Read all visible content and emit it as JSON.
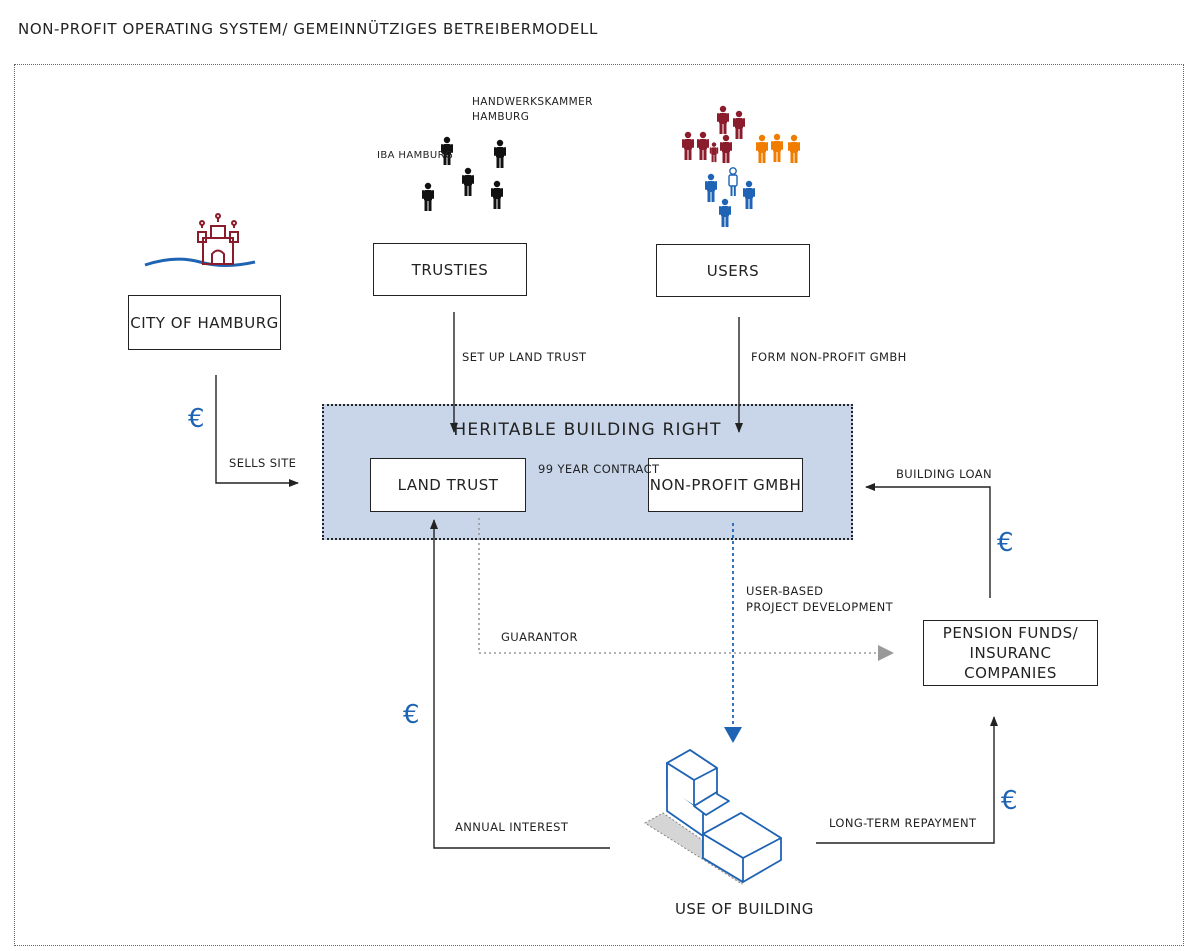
{
  "title": "NON-PROFIT OPERATING SYSTEM/ GEMEINNÜTZIGES BETREIBERMODELL",
  "colors": {
    "heritable_fill": "#c9d6e9",
    "euro_blue": "#1f64b4",
    "hamburg_red": "#8b1c2c",
    "users_red": "#8b1c2c",
    "users_orange": "#f07d00",
    "users_blue": "#1f64b4",
    "guarantor_gray": "#999999"
  },
  "nodes": {
    "city": "CITY OF HAMBURG",
    "trusties": "TRUSTIES",
    "users": "USERS",
    "heritable": "HERITABLE BUILDING RIGHT",
    "land_trust": "LAND TRUST",
    "gmbh": "NON-PROFIT GMBH",
    "pension_line1": "PENSION FUNDS/",
    "pension_line2": "INSURANC COMPANIES",
    "use_of_building": "USE OF BUILDING"
  },
  "people_labels": {
    "handwerkskammer_line1": "HANDWERKSKAMMER",
    "handwerkskammer_line2": "HAMBURG",
    "iba": "IBA HAMBURG"
  },
  "edges": {
    "sells_site": "SELLS SITE",
    "set_up_land_trust": "SET UP LAND TRUST",
    "form_gmbh": "FORM NON-PROFIT GMBH",
    "contract": "99 YEAR CONTRACT",
    "building_loan": "BUILDING LOAN",
    "project_dev_line1": "USER-BASED",
    "project_dev_line2": "PROJECT DEVELOPMENT",
    "guarantor": "GUARANTOR",
    "annual_interest": "ANNUAL INTEREST",
    "long_term_repayment": "LONG-TERM REPAYMENT"
  },
  "euro_symbol": "€",
  "icons": [
    "hamburg-castle-icon",
    "person-icon",
    "building-isometric-icon"
  ]
}
